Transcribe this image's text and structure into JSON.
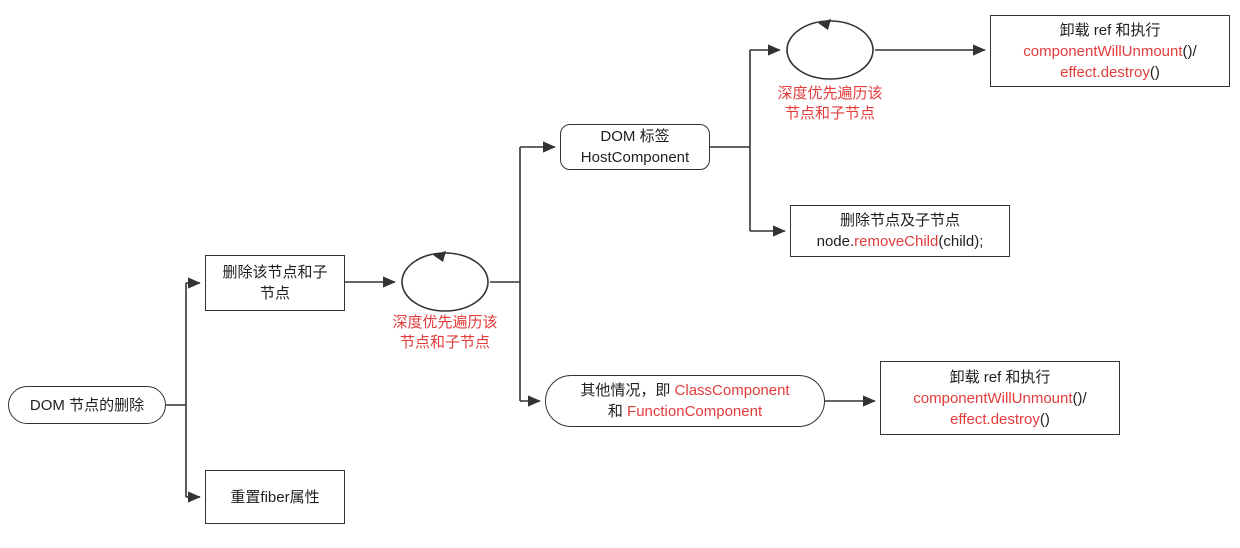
{
  "diagram": {
    "root": {
      "label": "DOM 节点的删除"
    },
    "delete_node": {
      "line1": "删除该节点和子",
      "line2": "节点"
    },
    "reset_fiber": {
      "label": "重置fiber属性"
    },
    "dfs1": {
      "line1": "深度优先遍历该",
      "line2": "节点和子节点"
    },
    "host": {
      "line1": "DOM 标签",
      "line2": "HostComponent"
    },
    "other": {
      "line1_pre": "其他情况，即 ",
      "line1_red": "ClassComponent",
      "line2_pre": "和 ",
      "line2_red": "FunctionComponent"
    },
    "dfs2": {
      "line1": "深度优先遍历该",
      "line2": "节点和子节点"
    },
    "remove_child": {
      "line1": "删除节点及子节点",
      "line2_pre": "node.",
      "line2_red": "removeChild",
      "line2_post": "(child);"
    },
    "unmount_top": {
      "line1": "卸载 ref 和执行",
      "line2_red": "componentWillUnmount",
      "line2_post": "()/",
      "line3_red": "effect.destroy",
      "line3_post": "()"
    },
    "unmount_bottom": {
      "line1": "卸载 ref 和执行",
      "line2_red": "componentWillUnmount",
      "line2_post": "()/",
      "line3_red": "effect.destroy",
      "line3_post": "()"
    }
  },
  "colors": {
    "red": "#e23c3c",
    "line": "#333333"
  }
}
